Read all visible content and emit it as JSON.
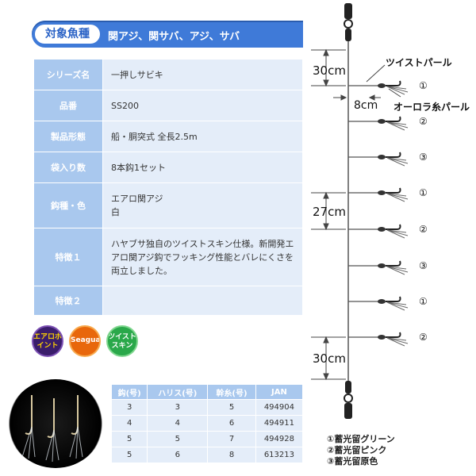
{
  "banner": {
    "tag": "対象魚種",
    "fish": "関アジ、関サバ、アジ、サバ"
  },
  "spec": {
    "rows": [
      {
        "label": "シリーズ名",
        "value": "一押しサビキ"
      },
      {
        "label": "品番",
        "value": "SS200"
      },
      {
        "label": "製品形態",
        "value": "船・胴突式 全長2.5m"
      },
      {
        "label": "袋入り数",
        "value": "8本鈎1セット"
      },
      {
        "label": "鈎種・色",
        "value": "エアロ関アジ\n白"
      },
      {
        "label": "特徴１",
        "value": "ハヤブサ独自のツイストスキン仕様。新開発エアロ関アジ鈎でフッキング性能とバレにくさを両立しました。"
      },
      {
        "label": "特徴２",
        "value": ""
      }
    ]
  },
  "badges": {
    "aero": "エアロポイント",
    "seaguar": "Seaguar",
    "twist": "ツイストスキン"
  },
  "sizes": {
    "headers": [
      "鈎(号)",
      "ハリス(号)",
      "幹糸(号)",
      "JAN"
    ],
    "rows": [
      [
        "3",
        "3",
        "5",
        "494904"
      ],
      [
        "4",
        "4",
        "6",
        "494911"
      ],
      [
        "5",
        "5",
        "7",
        "494928"
      ],
      [
        "5",
        "6",
        "8",
        "613213"
      ]
    ]
  },
  "diagram": {
    "top_gap": "30cm",
    "branch_length": "8cm",
    "middle_gap": "27cm",
    "bottom_gap": "30cm",
    "twist_pearl": "ツイストパール",
    "aurora_pearl": "オーロラ糸パール",
    "hook_markers": [
      "①",
      "②",
      "③",
      "①",
      "②",
      "③",
      "①",
      "②"
    ]
  },
  "legend": [
    "①蓄光留グリーン",
    "②蓄光留ピンク",
    "③蓄光留原色"
  ],
  "colors": {
    "banner": "#3f7ad8",
    "label_bg": "#a9c8ee",
    "value_bg": "#e4edf9"
  }
}
